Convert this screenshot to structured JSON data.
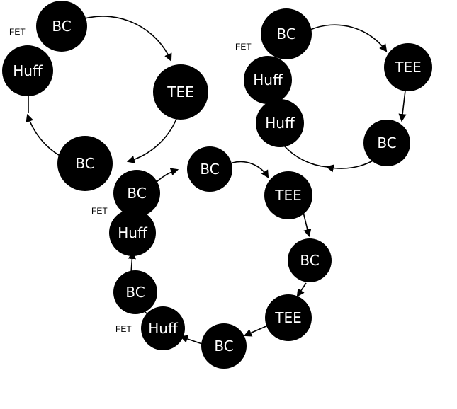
{
  "diagram_1": {
    "nodes": [
      "BC",
      "TEE",
      "BC",
      "Huff"
    ],
    "side_label": "FET"
  },
  "diagram_2": {
    "nodes": [
      "BC",
      "TEE",
      "BC",
      "Huff",
      "Huff"
    ],
    "side_label": "FET"
  },
  "diagram_3": {
    "nodes": [
      "BC",
      "TEE",
      "BC",
      "TEE",
      "BC",
      "Huff",
      "BC",
      "Huff",
      "BC"
    ],
    "side_labels": [
      "FET",
      "FET"
    ]
  },
  "colors": {
    "node_fill": "#000000",
    "node_text": "#ffffff",
    "line": "#000000",
    "background": "#ffffff"
  }
}
